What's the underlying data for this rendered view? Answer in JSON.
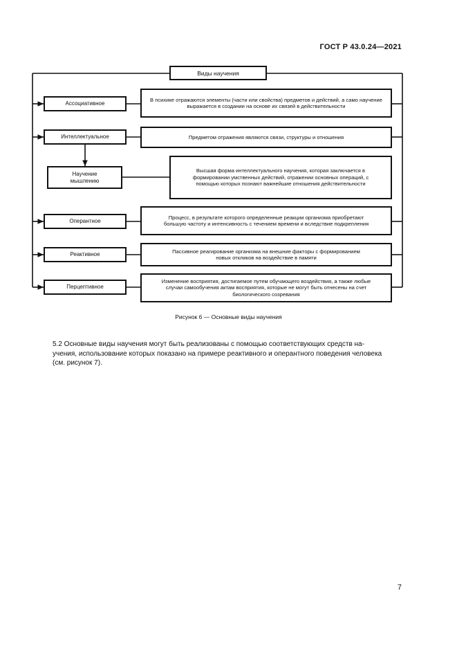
{
  "document_code": "ГОСТ Р 43.0.24—2021",
  "diagram": {
    "title": "Виды научения",
    "rows": [
      {
        "type": "Ассоциативное",
        "description": "В психике отражаются элементы (части или свойства) предметов и действий, а само научение выражается в создании на основе их связей в действительности"
      },
      {
        "type": "Интеллектуальное",
        "description": "Предметом отражения являются связи, структуры и отношения"
      },
      {
        "type": "Научение мышлению",
        "description": "Высшая форма интеллектуального научения, которая заключается в формировании умственных действий, отражении основных операций, с помощью которых познают важнейшие отношения действительности"
      },
      {
        "type": "Оперантное",
        "description": "Процесс, в результате которого определенные реакции организма приобретают большую частоту и интенсивность с течением времени и вследствие подкрепления"
      },
      {
        "type": "Реактивное",
        "description": "Пассивное реагирование организма на внешние факторы с формированием новых откликов на воздействие в памяти"
      },
      {
        "type": "Перцептивное",
        "description": "Изменение восприятия, достигаемое путем обучающего воздействия, а также любые случаи самообучения актам восприятия, которые не могут быть отнесены на счет биологического созревания"
      }
    ]
  },
  "caption": "Рисунок 6 — Основные виды научения",
  "paragraph": {
    "lines": [
      "5.2 Основные виды научения могут быть реализованы с помощью соответствующих средств на-",
      "учения, использование которых показано на примере реактивного и оперантного поведения человека",
      "(см. рисунок 7)."
    ]
  },
  "page_number": "7"
}
